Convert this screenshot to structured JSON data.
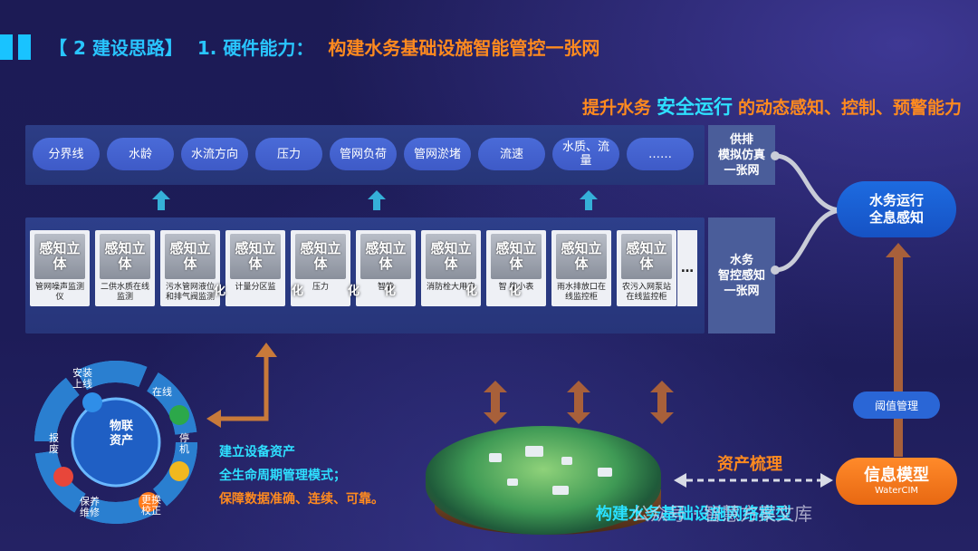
{
  "title": {
    "section": "【 2 建设思路】",
    "part": "1. 硬件能力：",
    "topic": "构建水务基础设施智能管控一张网"
  },
  "subtitle": {
    "pre": "提升水务",
    "highlight": "安全运行",
    "post": "的动态感知、控制、预警能力"
  },
  "tags": [
    "分界线",
    "水龄",
    "水流方向",
    "压力",
    "管网负荷",
    "管网淤堵",
    "流速",
    "水质、流量",
    "……"
  ],
  "side_top": "供排\n模拟仿真\n一张网",
  "side_mid": "水务\n智控感知\n一张网",
  "devices": [
    {
      "cap": "感知立体",
      "label": "管网噪声监测仪"
    },
    {
      "cap": "感知立体",
      "label": "二供水质在线监测"
    },
    {
      "cap": "感知立体",
      "label": "污水管网液位和排气阀监测"
    },
    {
      "cap": "感知立体",
      "label": "计量分区监"
    },
    {
      "cap": "感知立体",
      "label": "压力"
    },
    {
      "cap": "感知立体",
      "label": "智能"
    },
    {
      "cap": "感知立体",
      "label": "消防栓大用户"
    },
    {
      "cap": "感知立体",
      "label": "智   能小表"
    },
    {
      "cap": "感知立体",
      "label": "雨水排放口在线监控柜"
    },
    {
      "cap": "感知立体",
      "label": "农污入网泵站在线监控柜"
    }
  ],
  "device_more": "…",
  "overlay_char": "化",
  "full_aware": "水务运行\n全息感知",
  "threshold": "阈值管理",
  "info_model": {
    "title": "信息模型",
    "sub": "WaterCIM"
  },
  "asset_sort": "资产梳理",
  "build_net": "构建水务基础设施网络模型",
  "watermark": "公众号 · 智慧方案文库",
  "ring": {
    "center": "物联\n资产",
    "segments": [
      "安装\n上线",
      "在线",
      "停机",
      "更换\n校正",
      "保养\n维修",
      "报废"
    ]
  },
  "lifecycle": {
    "l1": "建立设备资产",
    "l2": "全生命周期管理模式；",
    "l3": "保障数据准确、连续、可靠。"
  },
  "colors": {
    "accent": "#29c5ff",
    "orange": "#ff8a1f",
    "panel": "#2d3f8a"
  }
}
